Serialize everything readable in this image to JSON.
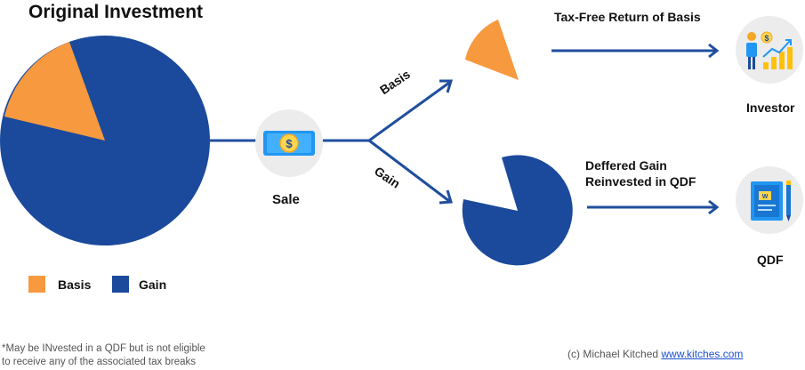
{
  "title": "Original Investment",
  "sale_label": "Sale",
  "branches": {
    "basis": "Basis",
    "gain": "Gain"
  },
  "taxfree_label": "Tax-Free Return of Basis",
  "investor_label": "Investor",
  "deferred_label_line1": "Deffered Gain",
  "deferred_label_line2": "Reinvested in QDF",
  "qdf_label": "QDF",
  "legend": {
    "basis": "Basis",
    "gain": "Gain"
  },
  "footnote_line1": "*May be INvested in a QDF but is not eligible",
  "footnote_line2": "to receive any of the associated tax breaks",
  "credit_text": "(c) Michael Kitched",
  "credit_link": "www.kitches.com",
  "colors": {
    "basis": "#f6993f",
    "gain": "#1b4a9c",
    "arrow": "#1f4e9e",
    "icon_circle": "#ececec"
  },
  "icons": [
    "money-icon",
    "investor-chart-icon",
    "qdf-document-icon"
  ]
}
